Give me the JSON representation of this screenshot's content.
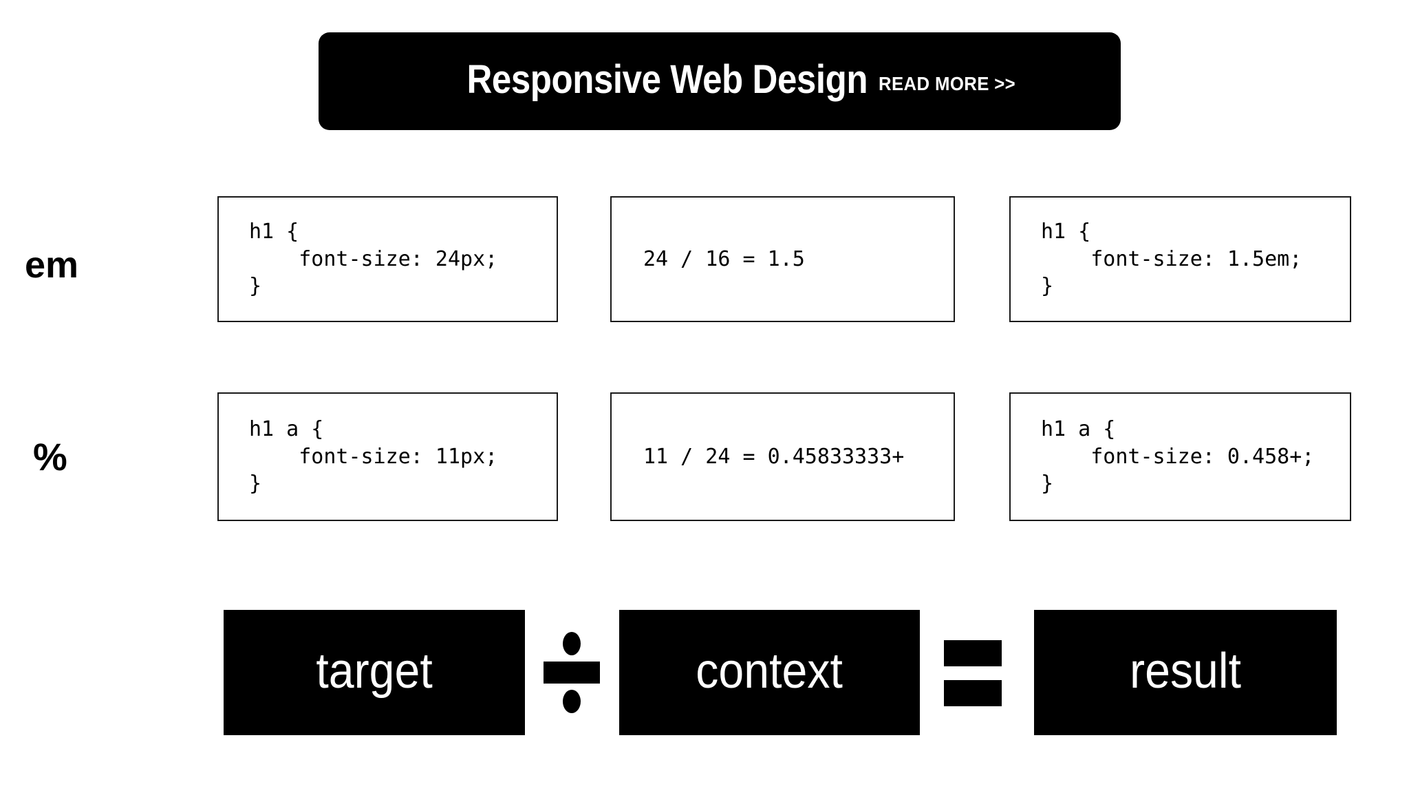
{
  "header": {
    "title": "Responsive Web Design",
    "read_more_label": "READ MORE >>",
    "background_color": "#000000",
    "text_color": "#ffffff"
  },
  "rows": [
    {
      "label": "em",
      "cells": [
        {
          "kind": "code",
          "text": "h1 {\n    font-size: 24px;\n}"
        },
        {
          "kind": "math",
          "text": "24 / 16 = 1.5"
        },
        {
          "kind": "code",
          "text": "h1 {\n    font-size: 1.5em;\n}"
        }
      ]
    },
    {
      "label": "%",
      "cells": [
        {
          "kind": "code",
          "text": "h1 a {\n    font-size: 11px;\n}"
        },
        {
          "kind": "math",
          "text": "11 / 24 = 0.45833333+"
        },
        {
          "kind": "code",
          "text": "h1 a {\n    font-size: 0.458+;\n}"
        }
      ]
    }
  ],
  "formula": {
    "target_label": "target",
    "divide_symbol": "divide-icon",
    "context_label": "context",
    "equals_symbol": "equals-icon",
    "result_label": "result",
    "box_color": "#000000",
    "label_color": "#ffffff"
  }
}
